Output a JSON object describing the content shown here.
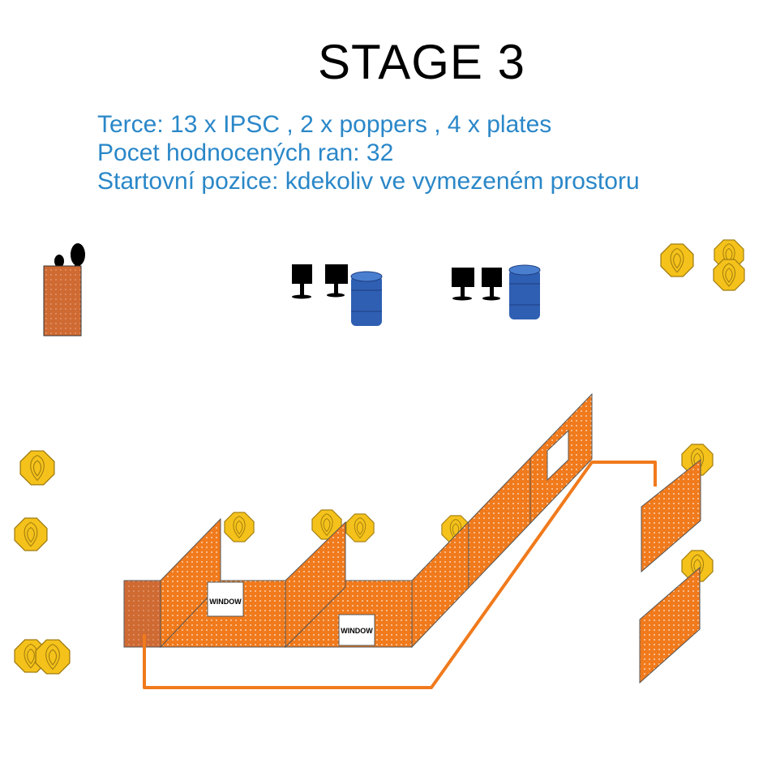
{
  "title": "STAGE 3",
  "info": {
    "line1": "Terce: 13 x IPSC , 2 x poppers , 4 x plates",
    "line2": "Pocet hodnocených ran: 32",
    "line3": "Startovní pozice: kdekoliv ve vymezeném prostoru"
  },
  "windows": {
    "window1": "WINDOW",
    "window2": "WINDOW"
  },
  "colors": {
    "title": "#000000",
    "info_text": "#2a87c8",
    "wall": "#f07a1c",
    "wall_dark": "#d46a2e",
    "target": "#f5c21b",
    "barrel": "#2f5fb3",
    "fault_line": "#f07a1c",
    "steel": "#000000"
  },
  "icons": [
    "ipsc-target-icon",
    "popper-icon",
    "plate-icon",
    "barrel-icon",
    "wall-icon",
    "window-icon",
    "tree-icon"
  ]
}
